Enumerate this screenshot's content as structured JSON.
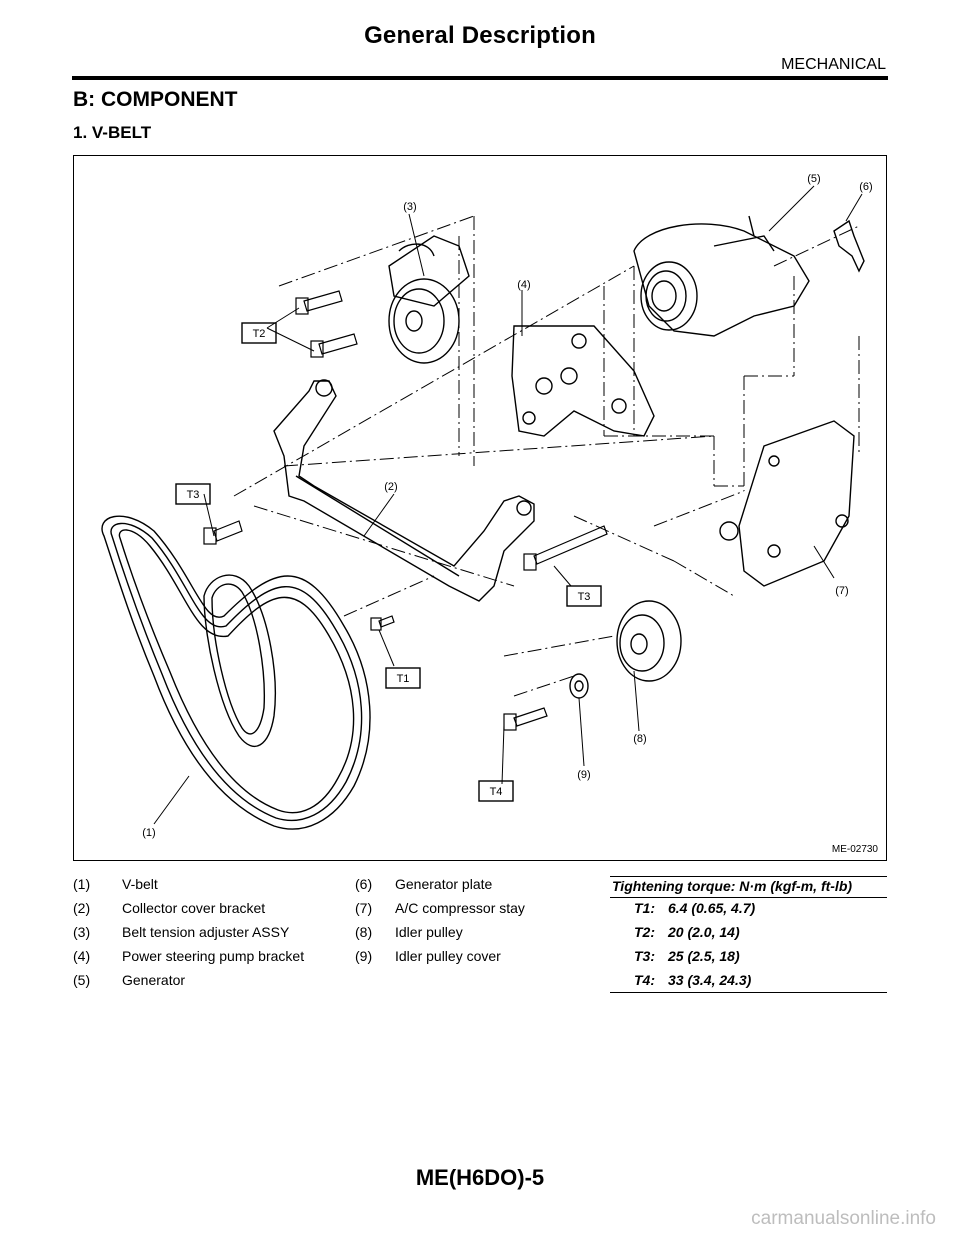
{
  "header": {
    "title": "General Description",
    "section": "MECHANICAL"
  },
  "headings": {
    "section_b": "B:  COMPONENT",
    "sub_1": "1.  V-BELT"
  },
  "figure": {
    "code": "ME-02730",
    "callouts": [
      "(1)",
      "(2)",
      "(3)",
      "(4)",
      "(5)",
      "(6)",
      "(7)",
      "(8)",
      "(9)"
    ],
    "torque_tags": [
      "T1",
      "T2",
      "T3",
      "T3",
      "T4"
    ]
  },
  "legend": {
    "items": [
      {
        "num": "(1)",
        "label": "V-belt"
      },
      {
        "num": "(2)",
        "label": "Collector cover bracket"
      },
      {
        "num": "(3)",
        "label": "Belt tension adjuster ASSY"
      },
      {
        "num": "(4)",
        "label": "Power steering pump bracket"
      },
      {
        "num": "(5)",
        "label": "Generator"
      },
      {
        "num": "(6)",
        "label": "Generator plate"
      },
      {
        "num": "(7)",
        "label": "A/C compressor stay"
      },
      {
        "num": "(8)",
        "label": "Idler pulley"
      },
      {
        "num": "(9)",
        "label": "Idler pulley cover"
      }
    ],
    "torque_title": "Tightening torque: N·m (kgf-m, ft-lb)",
    "torques": [
      {
        "key": "T1:",
        "value": "6.4 (0.65, 4.7)"
      },
      {
        "key": "T2:",
        "value": "20 (2.0, 14)"
      },
      {
        "key": "T3:",
        "value": "25 (2.5, 18)"
      },
      {
        "key": "T4:",
        "value": "33 (3.4, 24.3)"
      }
    ]
  },
  "footer": {
    "page_code": "ME(H6DO)-5",
    "watermark": "carmanualsonline.info"
  }
}
